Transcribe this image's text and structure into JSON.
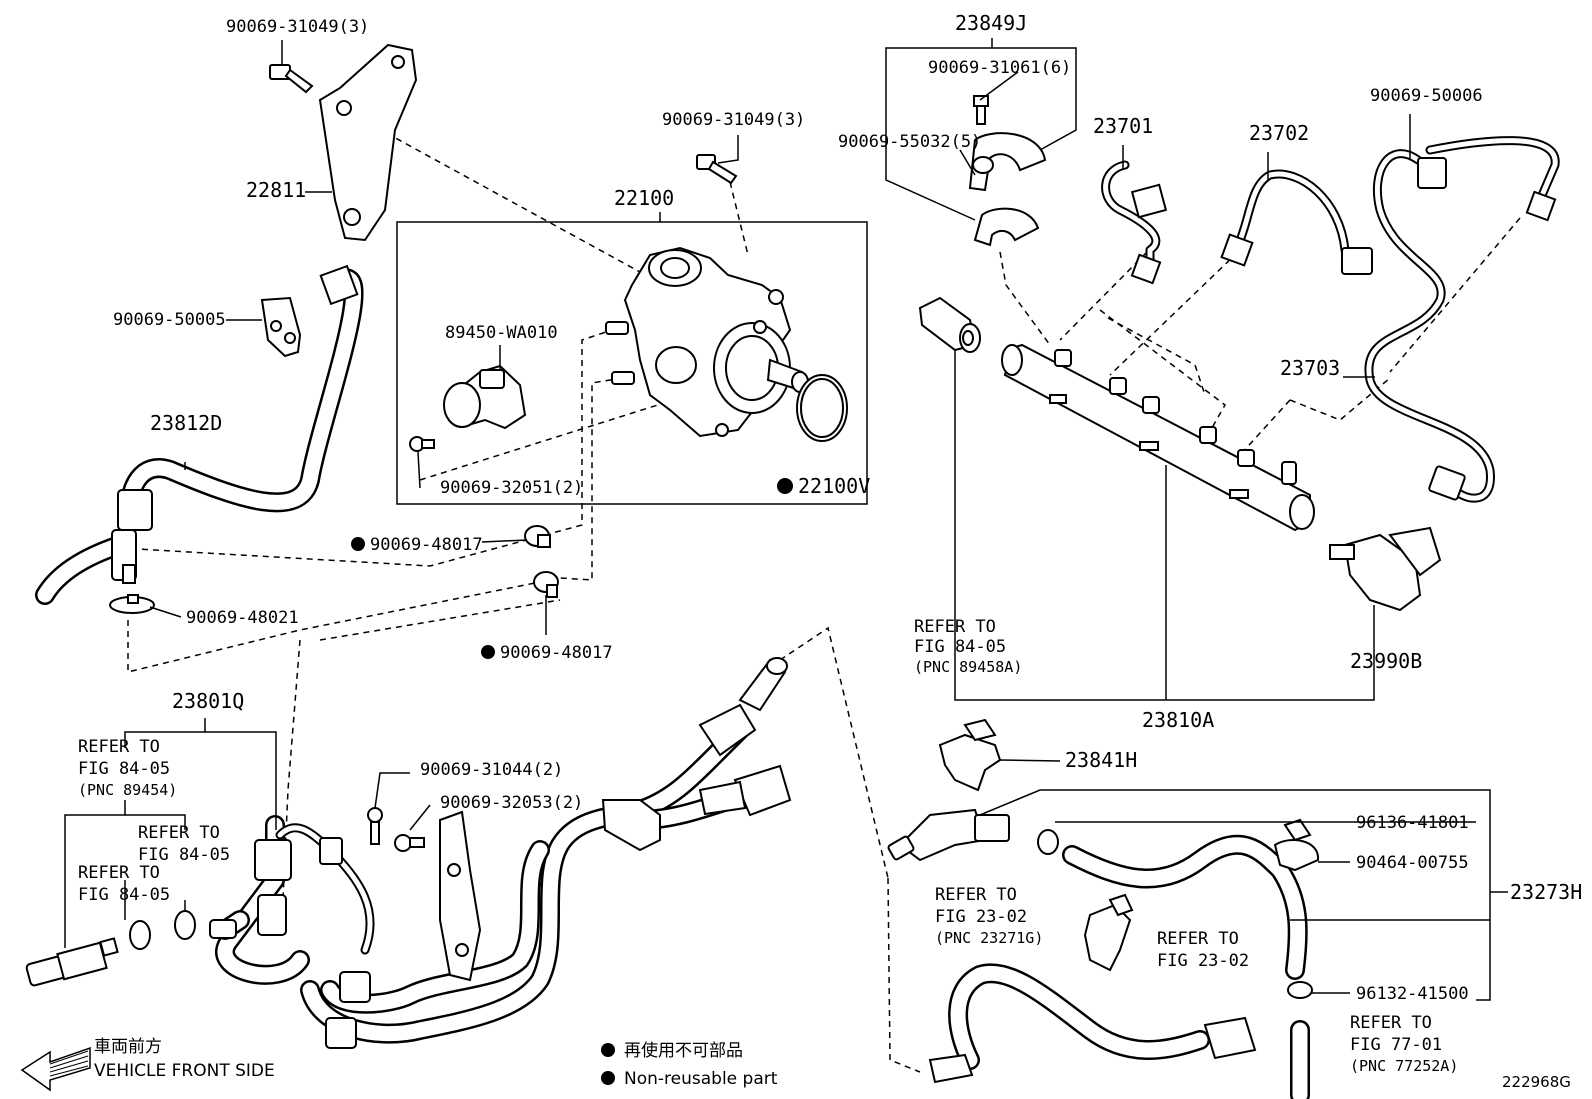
{
  "labels": {
    "p90069_31049_top": "90069-31049(3)",
    "p22811": "22811",
    "p90069_50005": "90069-50005",
    "p23812D": "23812D",
    "p90069_48021": "90069-48021",
    "p90069_31049_mid": "90069-31049(3)",
    "p22100": "22100",
    "p89450": "89450-WA010",
    "p90069_32051": "90069-32051(2)",
    "p22100V": "22100V",
    "p90069_48017_a": "90069-48017",
    "p90069_48017_b": "90069-48017",
    "p23849J": "23849J",
    "p90069_31061": "90069-31061(6)",
    "p90069_55032": "90069-55032(5)",
    "p23701": "23701",
    "p23702": "23702",
    "p90069_50006": "90069-50006",
    "p23703": "23703",
    "p23990B": "23990B",
    "p23810A": "23810A",
    "p23801Q": "23801Q",
    "p90069_31044": "90069-31044(2)",
    "p90069_32053": "90069-32053(2)",
    "p23841H": "23841H",
    "p96136": "96136-41801",
    "p90464": "90464-00755",
    "p23273H": "23273H",
    "p96132": "96132-41500"
  },
  "refers": {
    "r1": {
      "l1": "REFER TO",
      "l2": "FIG 84-05",
      "l3": "(PNC 89458A)"
    },
    "r2": {
      "l1": "REFER TO",
      "l2": "FIG 84-05",
      "l3": "(PNC 89454)"
    },
    "r3": {
      "l1": "REFER TO",
      "l2": "FIG 84-05"
    },
    "r4": {
      "l1": "REFER TO",
      "l2": "FIG 84-05"
    },
    "r5": {
      "l1": "REFER TO",
      "l2": "FIG 23-02",
      "l3": "(PNC 23271G)"
    },
    "r6": {
      "l1": "REFER TO",
      "l2": "FIG 23-02"
    },
    "r7": {
      "l1": "REFER TO",
      "l2": "FIG 77-01",
      "l3": "(PNC 77252A)"
    }
  },
  "legend": {
    "front_jp": "車両前方",
    "front_en": "VEHICLE FRONT SIDE",
    "nonreusable_jp": "再使用不可部品",
    "nonreusable_en": "Non-reusable part"
  },
  "diagram_code": "222968G"
}
